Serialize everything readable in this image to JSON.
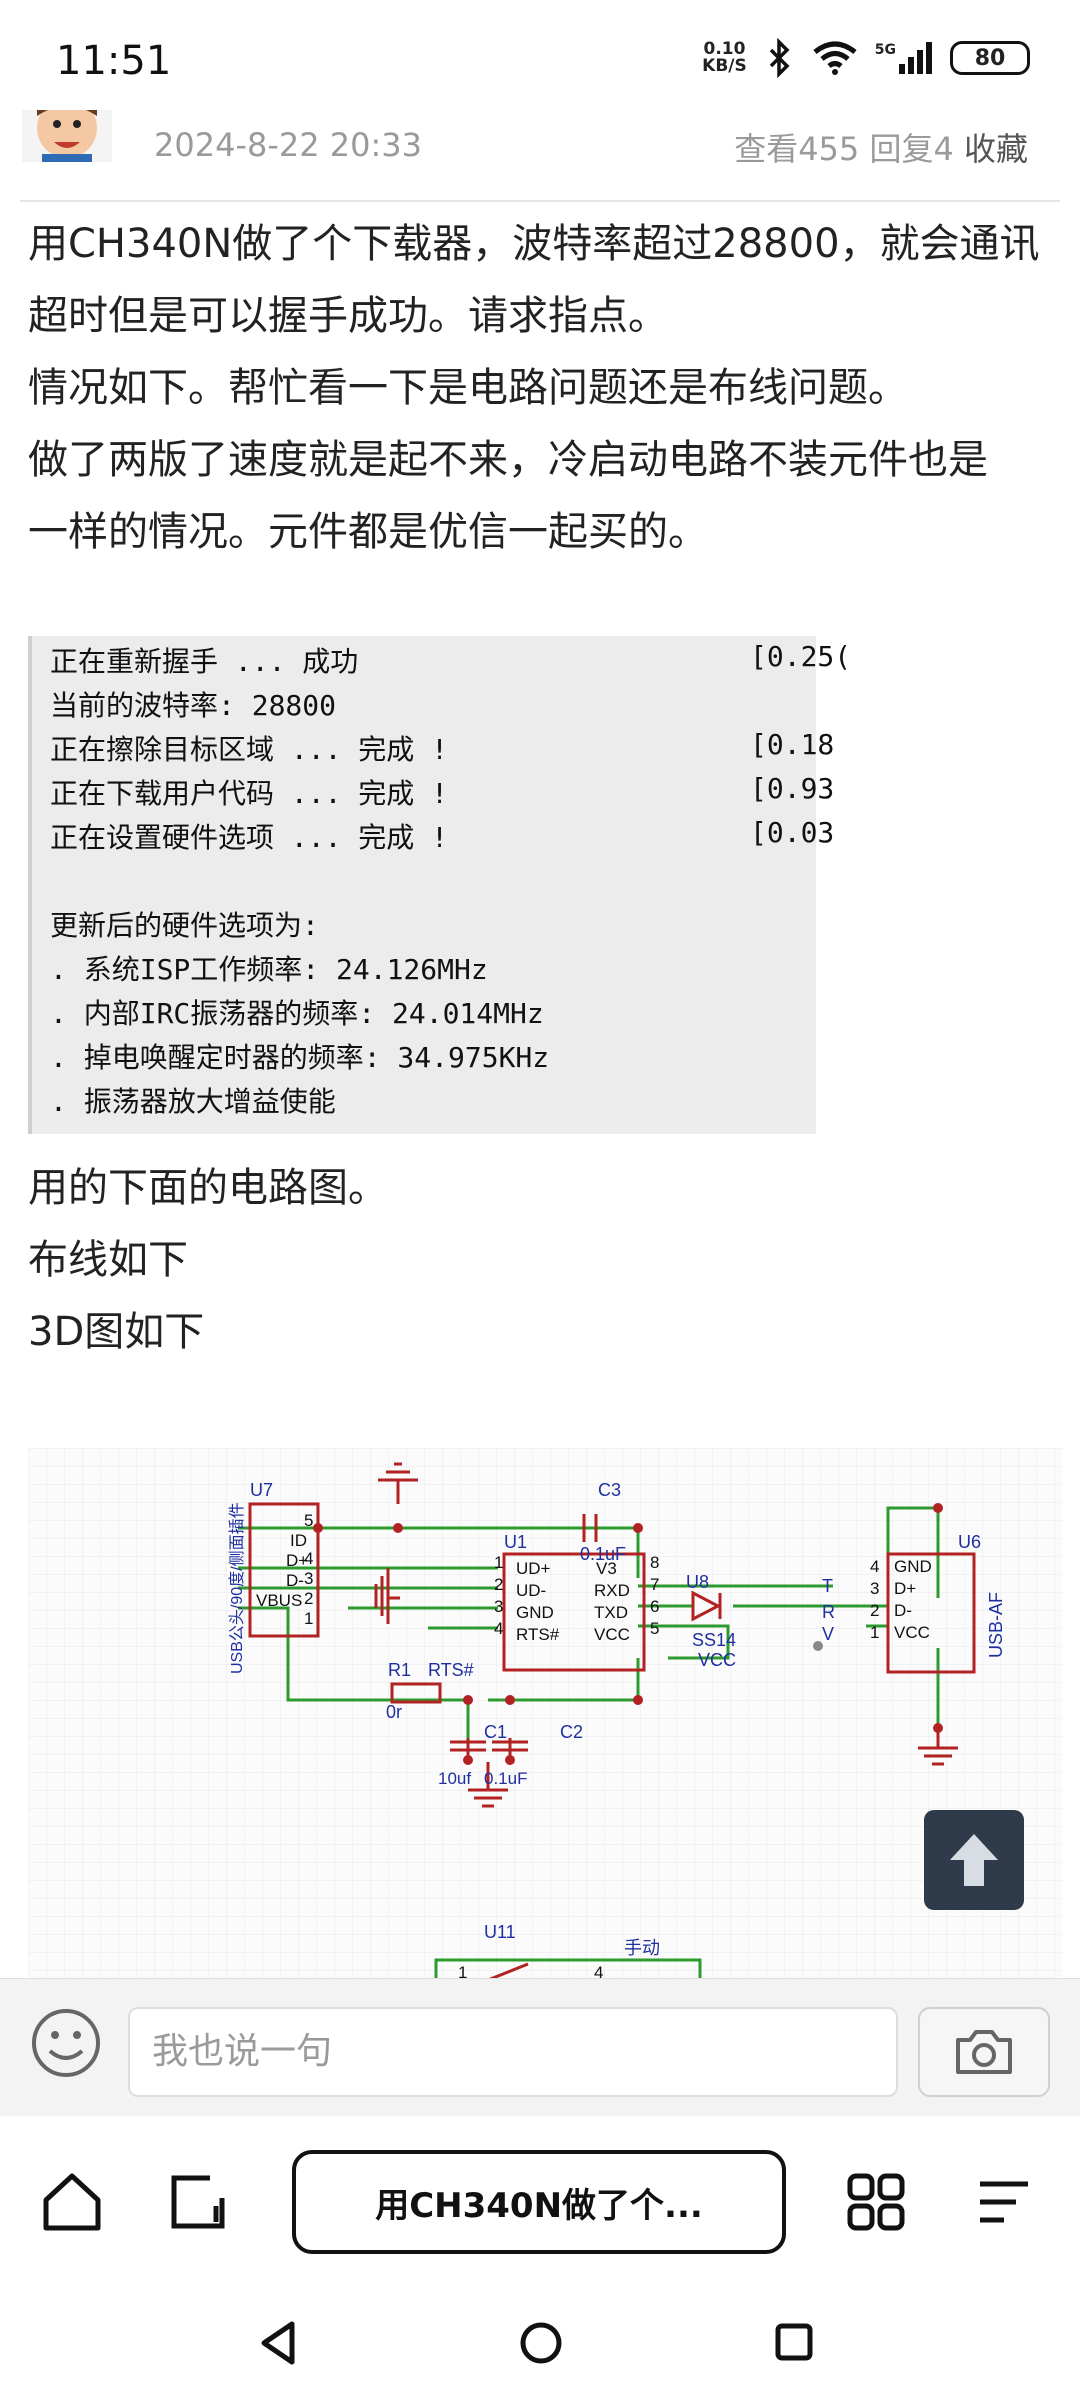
{
  "status_bar": {
    "time": "11:51",
    "net_speed_value": "0.10",
    "net_speed_unit": "KB/S",
    "network": "5G",
    "battery": "80"
  },
  "post": {
    "date": "2024-8-22 20:33",
    "stats": "查看455 回复4",
    "favorite": "收藏",
    "paragraphs": [
      "用CH340N做了个下载器，波特率超过28800，就会通讯超时但是可以握手成功。请求指点。",
      "情况如下。帮忙看一下是电路问题还是布线问题。",
      "做了两版了速度就是起不来，冷启动电路不装元件也是",
      "一样的情况。元件都是优信一起买的。"
    ],
    "console_lines": [
      {
        "text": "正在重新握手 ... 成功",
        "right": "[0.25("
      },
      {
        "text": "当前的波特率: 28800",
        "right": ""
      },
      {
        "text": "正在擦除目标区域 ... 完成 !",
        "right": "[0.18"
      },
      {
        "text": "正在下载用户代码 ... 完成 !",
        "right": "[0.93"
      },
      {
        "text": "正在设置硬件选项 ... 完成 !",
        "right": "[0.03"
      },
      {
        "text": "",
        "right": ""
      },
      {
        "text": "更新后的硬件选项为:",
        "right": ""
      },
      {
        "text": "  . 系统ISP工作频率: 24.126MHz",
        "right": ""
      },
      {
        "text": "  . 内部IRC振荡器的频率: 24.014MHz",
        "right": ""
      },
      {
        "text": "  . 掉电唤醒定时器的频率: 34.975KHz",
        "right": ""
      },
      {
        "text": "  . 振荡器放大增益使能",
        "right": ""
      }
    ],
    "after_lines": [
      "用的下面的电路图。",
      "布线如下",
      "3D图如下"
    ],
    "schematic_labels": {
      "u7": "U7",
      "usb_side": "USB公头/90度/侧面插件",
      "pins_u7": [
        "5",
        "4",
        "3",
        "2",
        "1"
      ],
      "names_u7": [
        "ID",
        "D+",
        "D-",
        "VBUS"
      ],
      "c3": "C3",
      "c3_val": "0.1uF",
      "u1": "U1",
      "u1_left": [
        "UD+",
        "UD-",
        "GND",
        "RTS#"
      ],
      "u1_right": [
        "V3",
        "RXD",
        "TXD",
        "VCC"
      ],
      "u1_pins_left": [
        "1",
        "2",
        "3",
        "4"
      ],
      "u1_pins_right": [
        "8",
        "7",
        "6",
        "5"
      ],
      "r1": "R1",
      "rts": "RTS#",
      "r1_val": "0r",
      "c1": "C1",
      "c2": "C2",
      "c1_val": "10uf",
      "c2_val": "0.1uF",
      "u8": "U8",
      "ss14": "SS14",
      "vcc": "VCC",
      "trv": [
        "T",
        "R",
        "V"
      ],
      "u6": "U6",
      "usb_af": "USB-AF",
      "u6_pins": [
        "4",
        "3",
        "2",
        "1"
      ],
      "u6_names": [
        "GND",
        "D+",
        "D-",
        "VCC"
      ],
      "u11": "U11",
      "manual": "手动",
      "u11_pins": [
        "1",
        "4"
      ]
    }
  },
  "comment_bar": {
    "placeholder": "我也说一句"
  },
  "bottom_nav": {
    "current_tab": "用CH340N做了个..."
  },
  "colors": {
    "accent_dark": "#2f3b4a",
    "schematic_wire": "#2c9a2c",
    "schematic_part": "#b22222",
    "schematic_text": "#1f2fa0"
  }
}
